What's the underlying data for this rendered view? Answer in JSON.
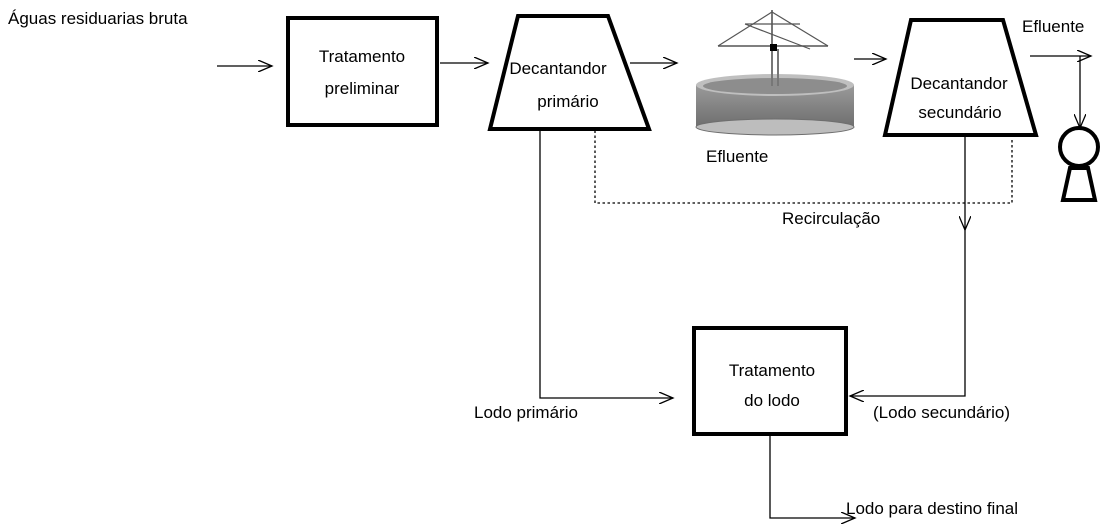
{
  "diagram": {
    "input_label": "Águas residuarias bruta",
    "preliminary": [
      "Tratamento",
      "preliminar"
    ],
    "primary_clarifier": [
      "Decantandor",
      "primário"
    ],
    "aeration_effluent_label": "Efluente",
    "secondary_clarifier": [
      "Decantandor",
      "secundário"
    ],
    "final_effluent_label": "Efluente",
    "recirculation_label": "Recirculação",
    "sludge_treatment": [
      "Tratamento",
      "do lodo"
    ],
    "primary_sludge_label": "Lodo primário",
    "secondary_sludge_label": "(Lodo secundário)",
    "final_destination_label": "Lodo para destino final"
  }
}
